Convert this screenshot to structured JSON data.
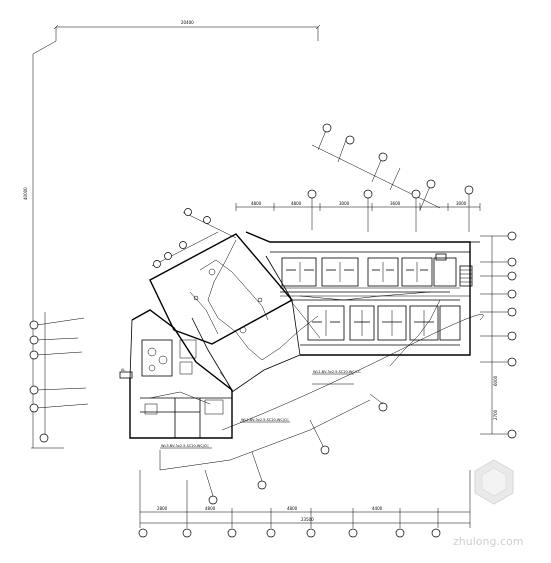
{
  "dimensions": {
    "top_span": "20400",
    "left_span": "40000",
    "upper_segments": [
      "4800",
      "4800",
      "3000",
      "3600",
      "3000"
    ],
    "bottom_segments": [
      "2800",
      "4800",
      "4800",
      "4400"
    ],
    "bottom_total": "23500",
    "right_segments": [
      "6000",
      "2700"
    ]
  },
  "notes": [
    "WL1-BV-3x2.5-SC20-WC/CC",
    "WL2-BV-3x2.5-SC20-WC/CC",
    "WL3-BV-3x2.5-SC20-WC/CC"
  ],
  "panel_label": "AL",
  "watermark": {
    "site": "zhulong.com"
  },
  "colors": {
    "ink": "#000000",
    "paper": "#ffffff",
    "watermark": "#c8c8c8"
  }
}
